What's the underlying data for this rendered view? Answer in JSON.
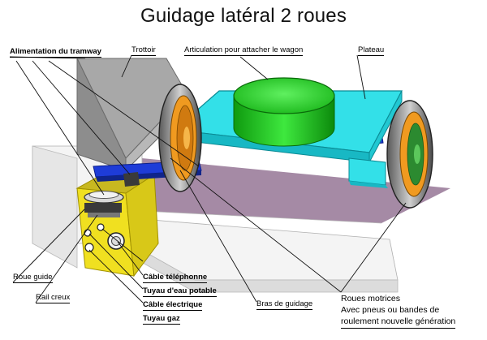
{
  "title": "Guidage latéral 2 roues",
  "labels": {
    "alimentation": "Alimentation du tramway",
    "trottoir": "Trottoir",
    "articulation": "Articulation pour attacher le wagon",
    "plateau": "Plateau",
    "roue_guide": "Roue guide",
    "rail_creux": "Rail creux",
    "cable_telephonne": "Câble téléphonne",
    "tuyau_eau": "Tuyau d'eau potable",
    "cable_electrique": "Câble électrique",
    "tuyau_gaz": "Tuyau gaz",
    "bras_guidage": "Bras de guidage",
    "roues_line1": "Roues motrices",
    "roues_line2": "Avec pneus ou bandes de",
    "roues_line3": "roulement nouvelle génération"
  },
  "colors": {
    "cyan_platform": "#33e0e8",
    "green_turntable": "#22cc22",
    "purple_ground": "#a58aa5",
    "yellow_channel": "#f0e020",
    "grey_block": "#a8a8a8",
    "blue_arm": "#1e3cd8",
    "orange_wheel": "#f09a20"
  }
}
